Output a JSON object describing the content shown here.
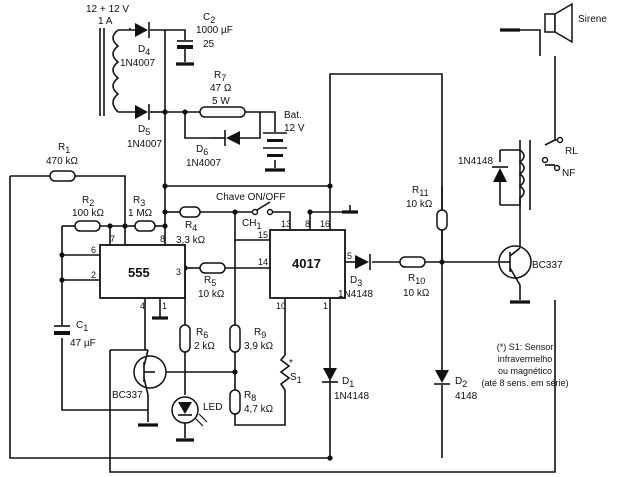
{
  "supply": {
    "voltage": "12 + 12 V",
    "current": "1 A"
  },
  "components": {
    "c2": {
      "name": "C",
      "sub": "2",
      "value1": "1000 µF",
      "value2": "25"
    },
    "d4": {
      "name": "D",
      "sub": "4",
      "part": "1N4007"
    },
    "d5": {
      "name": "D",
      "sub": "5",
      "part": "1N4007"
    },
    "r7": {
      "name": "R",
      "sub": "7",
      "value1": "47 Ω",
      "value2": "5 W"
    },
    "d6": {
      "name": "D",
      "sub": "6",
      "part": "1N4007"
    },
    "bat": {
      "name": "Bat.",
      "value": "12 V"
    },
    "r1": {
      "name": "R",
      "sub": "1",
      "value": "470 kΩ"
    },
    "r2": {
      "name": "R",
      "sub": "2",
      "value": "100 kΩ"
    },
    "r3": {
      "name": "R",
      "sub": "3",
      "value": "1 MΩ"
    },
    "r4": {
      "name": "R",
      "sub": "4",
      "value": "3,3 kΩ"
    },
    "r5": {
      "name": "R",
      "sub": "5",
      "value": "10 kΩ"
    },
    "r6": {
      "name": "R",
      "sub": "6",
      "value": "2 kΩ"
    },
    "r8": {
      "name": "R",
      "sub": "8",
      "value": "4,7 kΩ"
    },
    "r9": {
      "name": "R",
      "sub": "9",
      "value": "3,9 kΩ"
    },
    "r10": {
      "name": "R",
      "sub": "10",
      "value": "10 kΩ"
    },
    "r11": {
      "name": "R",
      "sub": "11",
      "value": "10 kΩ"
    },
    "c1": {
      "name": "C",
      "sub": "1",
      "value": "47 µF"
    },
    "d1": {
      "name": "D",
      "sub": "1",
      "part": "1N4148"
    },
    "d2": {
      "name": "D",
      "sub": "2",
      "part": "4148"
    },
    "d3": {
      "name": "D",
      "sub": "3",
      "part": "1N4148"
    },
    "d_relay": {
      "part": "1N4148"
    },
    "ch1": {
      "name": "CH",
      "sub": "1",
      "label": "Chave ON/OFF"
    },
    "s1": {
      "name": "S",
      "sub": "1",
      "mark": "*"
    },
    "q1": {
      "part": "BC337"
    },
    "q2": {
      "part": "BC337"
    },
    "led": {
      "label": "LED"
    },
    "siren": {
      "label": "Sirene"
    },
    "relay": {
      "contact_open": "RL",
      "contact_closed": "NF"
    }
  },
  "ics": {
    "ic555": {
      "label": "555",
      "pins": [
        "7",
        "8",
        "6",
        "2",
        "3",
        "4",
        "1"
      ]
    },
    "ic4017": {
      "label": "4017",
      "pins": [
        "13",
        "8",
        "16",
        "15",
        "14",
        "5",
        "10",
        "1"
      ]
    }
  },
  "note": {
    "line1": "(*) S1: Sensor",
    "line2": "infravermelho",
    "line3": "ou magnético",
    "line4": "(até 8 sens. em série)"
  }
}
